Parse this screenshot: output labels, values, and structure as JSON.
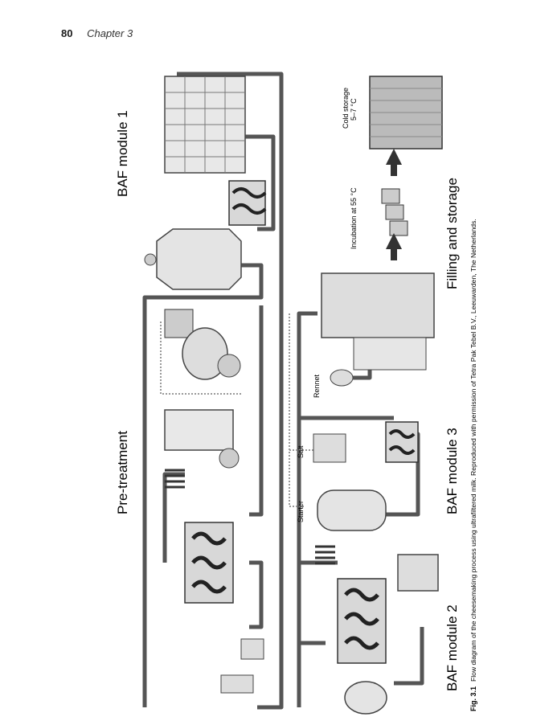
{
  "header": {
    "page_number": "80",
    "chapter": "Chapter 3"
  },
  "modules": {
    "baf1": "BAF module 1",
    "pretreatment": "Pre-treatment",
    "baf2": "BAF module 2",
    "baf3": "BAF module 3",
    "filling": "Filling and storage"
  },
  "labels": {
    "cold_storage": "Cold storage",
    "cold_temp": "5–7 °C",
    "incubation": "Incubation at 55 °C",
    "rennet": "Rennet",
    "salt": "Salt",
    "starter": "Starter"
  },
  "caption": {
    "fig": "Fig. 3.1",
    "text": "Flow diagram of the cheesemaking process using ultrafiltered milk. Reproduced with permission of Tetra Pak Tebel B.V., Leeuwarden, The Netherlands."
  }
}
